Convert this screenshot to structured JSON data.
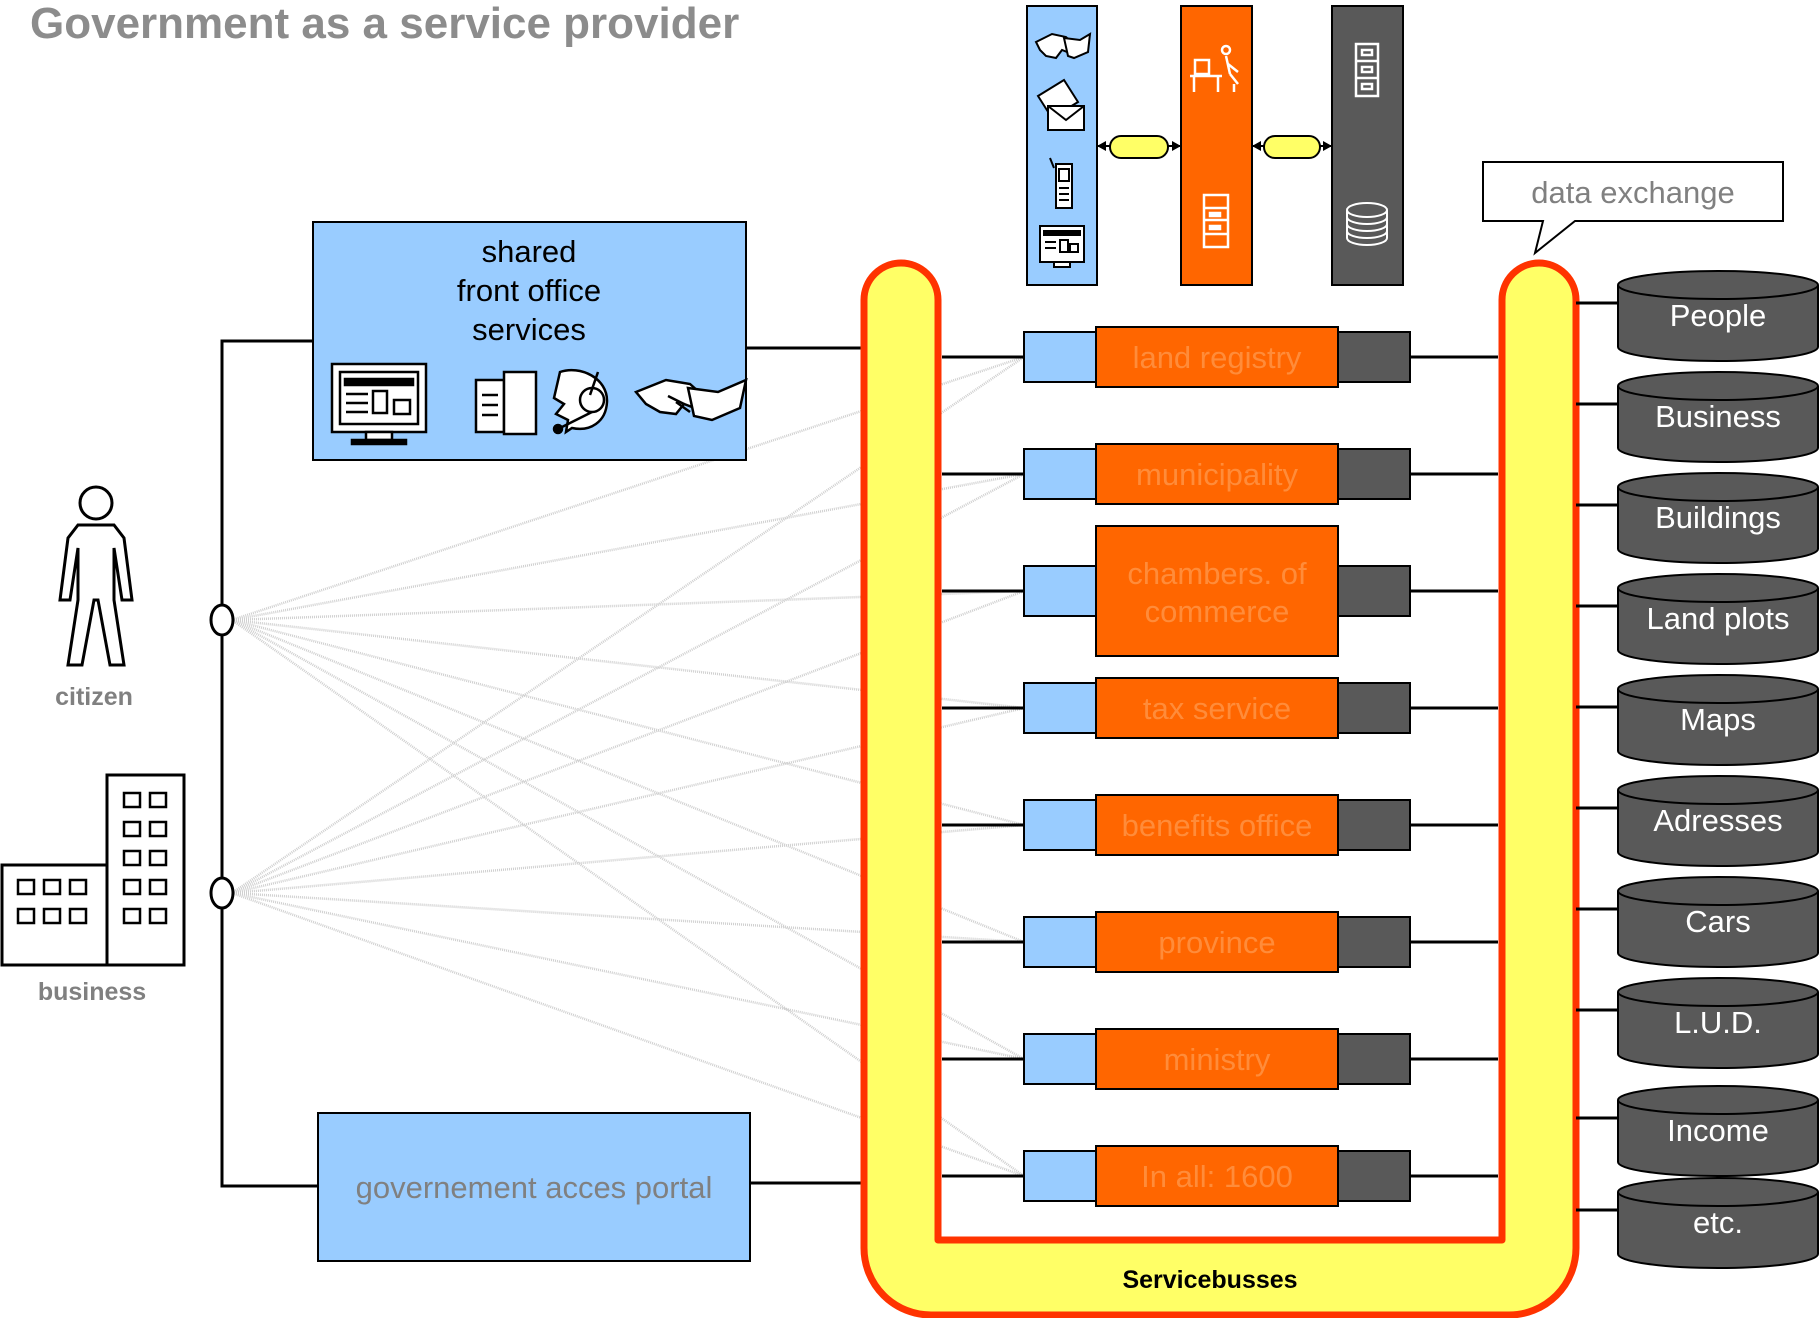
{
  "title": "Government as a service provider",
  "front_office": {
    "line1": "shared",
    "line2": "front office",
    "line3": "services"
  },
  "portal": {
    "label": "governement acces portal"
  },
  "actors": {
    "citizen": "citizen",
    "business": "business"
  },
  "bus": {
    "label": "Servicebusses"
  },
  "callout": {
    "label": "data exchange"
  },
  "services": [
    {
      "lines": [
        "land registry"
      ]
    },
    {
      "lines": [
        "municipality"
      ]
    },
    {
      "lines": [
        "chambers. of",
        "commerce"
      ]
    },
    {
      "lines": [
        "tax service"
      ]
    },
    {
      "lines": [
        "benefits office"
      ]
    },
    {
      "lines": [
        "province"
      ]
    },
    {
      "lines": [
        "ministry"
      ]
    },
    {
      "lines": [
        "In all: 1600"
      ]
    }
  ],
  "databases": [
    "People",
    "Business",
    "Buildings",
    "Land plots",
    "Maps",
    "Adresses",
    "Cars",
    "L.U.D.",
    "Income",
    "etc."
  ],
  "channel_icons": [
    "handshake-icon",
    "mail-icon",
    "mobile-phone-icon",
    "web-screen-icon"
  ],
  "backoffice_icons": [
    "office-worker-icon",
    "server-icon"
  ],
  "datastore_icons": [
    "filing-cabinet-icon",
    "database-disk-icon"
  ],
  "colors": {
    "light_blue": "#99ccff",
    "orange": "#ff6600",
    "dark_grey": "#595959",
    "yellow": "#ffff66",
    "red": "#ff3300"
  }
}
